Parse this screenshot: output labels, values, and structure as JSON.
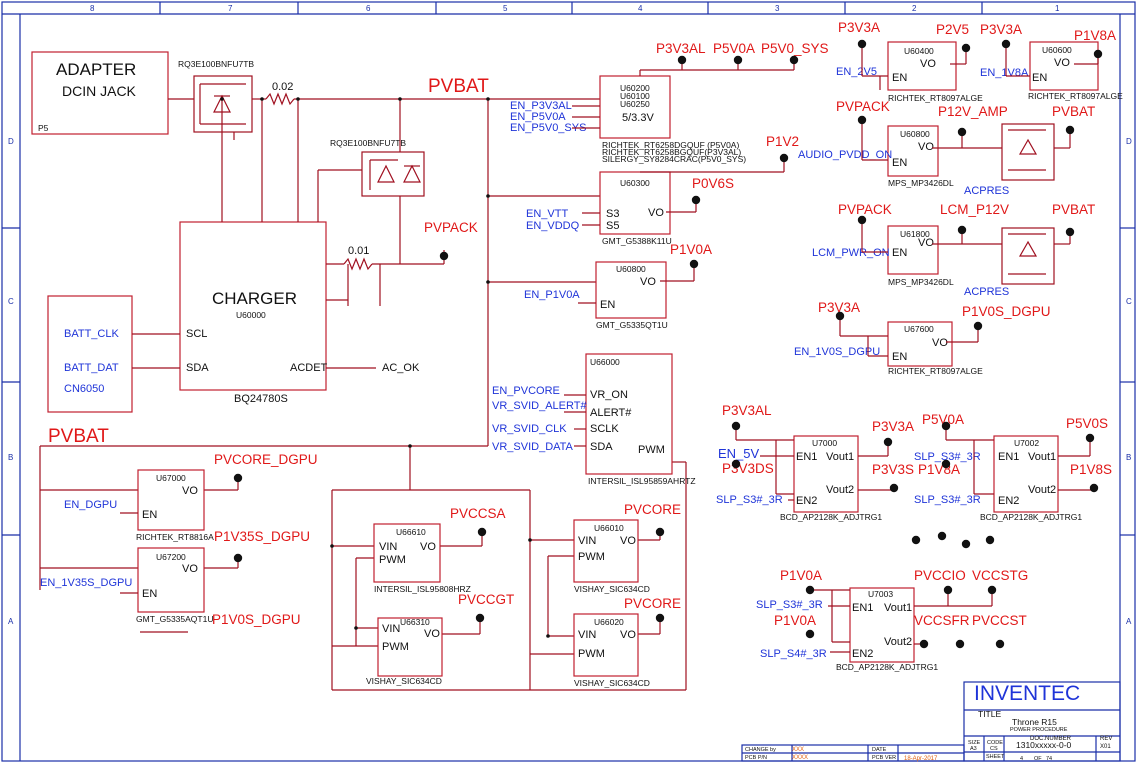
{
  "frame": {
    "col_numbers": [
      "8",
      "7",
      "6",
      "5",
      "4",
      "3",
      "2",
      "1"
    ],
    "row_letters": [
      "D",
      "C",
      "B",
      "A"
    ]
  },
  "adapter": {
    "title": "ADAPTER",
    "subtitle": "DCIN JACK",
    "ref": "P5"
  },
  "parts": {
    "mosfet1": "RQ3E100BNFU7TB",
    "mosfet2": "RQ3E100BNFU7TB",
    "res1": "0.02",
    "res2": "0.01"
  },
  "charger": {
    "title": "CHARGER",
    "ref": "U60000",
    "part": "BQ24780S",
    "pins": [
      "SCL",
      "SDA",
      "ACDET"
    ],
    "ac_ok": "AC_OK"
  },
  "battery": {
    "clk": "BATT_CLK",
    "dat": "BATT_DAT",
    "ref": "CN6050"
  },
  "rails_main": {
    "pvbat_top": "PVBAT",
    "pvbat_left": "PVBAT",
    "pvpack": "PVPACK"
  },
  "u60200": {
    "refs": [
      "U60200",
      "U60100",
      "U60250"
    ],
    "voltage": "5/3.3V",
    "en": [
      "EN_P3V3AL",
      "EN_P5V0A",
      "EN_P5V0_SYS"
    ],
    "outs": [
      "P3V3AL",
      "P5V0A",
      "P5V0_SYS"
    ],
    "parts": [
      "RICHTEK_RT6258DGQUF (P5V0A)",
      "RICHTEK_RT6258BGQUF(P3V3AL)",
      "SILERGY_SY8284CRAC(P5V0_SYS)"
    ]
  },
  "u60300": {
    "ref": "U60300",
    "pins": [
      "S3",
      "S5",
      "VO"
    ],
    "en": [
      "EN_VTT",
      "EN_VDDQ"
    ],
    "outs": [
      "P1V2",
      "P0V6S"
    ],
    "part": "GMT_G5388K11U"
  },
  "u60800a": {
    "ref": "U60800",
    "pins": [
      "VO",
      "EN"
    ],
    "en": "EN_P1V0A",
    "out": "P1V0A",
    "part": "GMT_G5335QT1U"
  },
  "u66000": {
    "ref": "U66000",
    "pins": [
      "VR_ON",
      "ALERT#",
      "SCLK",
      "SDA",
      "PWM"
    ],
    "nets": [
      "EN_PVCORE",
      "VR_SVID_ALERT#",
      "VR_SVID_CLK",
      "VR_SVID_DATA"
    ],
    "part": "INTERSIL_ISL95859AHRTZ"
  },
  "u67000": {
    "ref": "U67000",
    "pins": [
      "VO",
      "EN"
    ],
    "en": "EN_DGPU",
    "out": "PVCORE_DGPU",
    "part": "RICHTEK_RT8816A"
  },
  "u67200": {
    "ref": "U67200",
    "pins": [
      "VO",
      "EN"
    ],
    "en": "EN_1V35S_DGPU",
    "out": "P1V35S_DGPU",
    "out2": "P1V0S_DGPU",
    "part": "GMT_G5335AQT1U"
  },
  "u66610": {
    "ref": "U66610",
    "pins": [
      "VIN",
      "PWM",
      "VO"
    ],
    "out": "PVCCSA",
    "part": "INTERSIL_ISL95808HRZ"
  },
  "u66310": {
    "ref": "U66310",
    "pins": [
      "VIN",
      "PWM",
      "VO"
    ],
    "out": "PVCCGT",
    "part": "VISHAY_SIC634CD"
  },
  "u66010": {
    "ref": "U66010",
    "pins": [
      "VIN",
      "PWM",
      "VO"
    ],
    "out": "PVCORE",
    "part": "VISHAY_SIC634CD"
  },
  "u66020": {
    "ref": "U66020",
    "pins": [
      "VIN",
      "PWM",
      "VO"
    ],
    "out": "PVCORE",
    "part": "VISHAY_SIC634CD"
  },
  "u60400": {
    "ref": "U60400",
    "pins": [
      "VO",
      "EN"
    ],
    "in": "P3V3A",
    "out": "P2V5",
    "en": "EN_2V5",
    "part": "RICHTEK_RT8097ALGE"
  },
  "u60600": {
    "ref": "U60600",
    "pins": [
      "VO",
      "EN"
    ],
    "in": "P3V3A",
    "out": "P1V8A",
    "en": "EN_1V8A",
    "part": "RICHTEK_RT8097ALGE"
  },
  "u60800b": {
    "ref": "U60800",
    "pins": [
      "VO",
      "EN"
    ],
    "in": "PVPACK",
    "out": "P12V_AMP",
    "rail": "PVBAT",
    "en": "AUDIO_PVDD_ON",
    "ctrl": "ACPRES",
    "part": "MPS_MP3426DL"
  },
  "u61800": {
    "ref": "U61800",
    "pins": [
      "VO",
      "EN"
    ],
    "in": "PVPACK",
    "out": "LCM_P12V",
    "rail": "PVBAT",
    "en": "LCM_PWR_ON",
    "ctrl": "ACPRES",
    "part": "MPS_MP3426DL"
  },
  "u67600": {
    "ref": "U67600",
    "pins": [
      "VO",
      "EN"
    ],
    "in": "P3V3A",
    "out": "P1V0S_DGPU",
    "en": "EN_1V0S_DGPU",
    "part": "RICHTEK_RT8097ALGE"
  },
  "u7000": {
    "ref": "U7000",
    "pins": [
      "EN1",
      "Vout1",
      "EN2",
      "Vout2"
    ],
    "in1": "P3V3AL",
    "en1": "EN_5V",
    "in2": "P3V3DS",
    "en2": "SLP_S3#_3R",
    "out1": "P3V3A",
    "out2": "P3V3S",
    "part": "BCD_AP2128K_ADJTRG1"
  },
  "u7002": {
    "ref": "U7002",
    "pins": [
      "EN1",
      "Vout1",
      "EN2",
      "Vout2"
    ],
    "in1": "P5V0A",
    "en1": "SLP_S3#_3R",
    "in2": "P1V8A",
    "en2": "SLP_S3#_3R",
    "out1": "P5V0S",
    "out2": "P1V8S",
    "part": "BCD_AP2128K_ADJTRG1"
  },
  "u7003": {
    "ref": "U7003",
    "pins": [
      "EN1",
      "Vout1",
      "EN2",
      "Vout2"
    ],
    "in1": "P1V0A",
    "en1": "SLP_S3#_3R",
    "in2": "P1V0A",
    "en2": "SLP_S4#_3R",
    "outs": [
      "PVCCIO",
      "VCCSTG",
      "VCCSFR",
      "PVCCST"
    ],
    "part": "BCD_AP2128K_ADJTRG1"
  },
  "title_block": {
    "company": "INVENTEC",
    "title_label": "TITLE",
    "title": "Throne R15",
    "subtitle": "POWER PROCEDURE",
    "size_label": "SIZE",
    "size": "A3",
    "code_label": "CODE",
    "code": "CS",
    "doc_label": "DOC.NUMBER",
    "doc": "1310xxxxx-0-0",
    "rev_label": "REV",
    "rev": "X01",
    "change_label": "CHANGE by",
    "change": "XXX",
    "pcb_pn_label": "PCB P/N",
    "pcb_pn": "XXXX",
    "date_label": "DATE",
    "date": "18-Apr-2017",
    "pcb_ver_label": "PCB VER",
    "sheet_label": "SHEET",
    "sheet": "4",
    "of_label": "OF",
    "of": "74"
  }
}
